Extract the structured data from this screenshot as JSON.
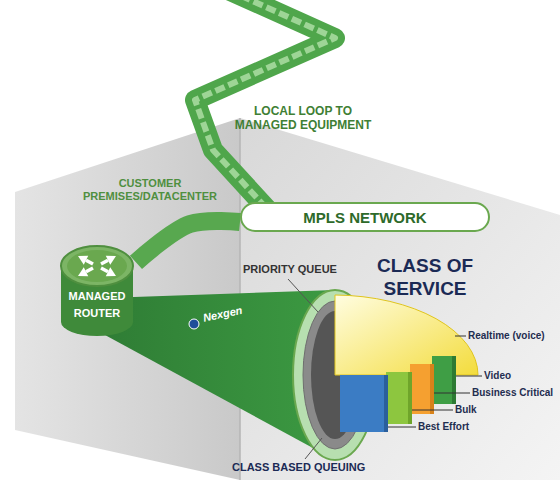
{
  "diagram": {
    "nodes": [
      {
        "text": [
          "MPLS NETWORK"
        ]
      },
      {
        "text": [
          "MANAGED ROUTER"
        ]
      }
    ],
    "edges": [
      {
        "from": 1,
        "to": 0,
        "arrow": "none"
      }
    ],
    "labels": [
      "LOCAL LOOP TO MANAGED EQUIPMENT",
      "CUSTOMER PREMISES/DATACENTER",
      "PRIORITY QUEUE",
      "CLASS OF SERVICE",
      "Nexgen",
      "Realtime (voice)",
      "Video",
      "Business Critical",
      "Bulk",
      "Best Effort",
      "CLASS BASED QUEUING"
    ]
  }
}
